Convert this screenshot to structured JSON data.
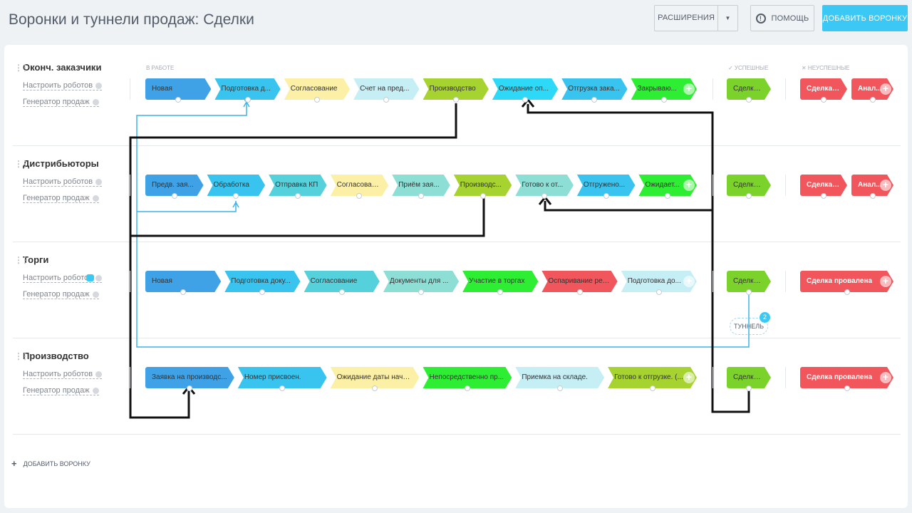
{
  "header": {
    "title": "Воронки и туннели продаж: Сделки",
    "extensions_label": "РАСШИРЕНИЯ",
    "help_label": "ПОМОЩЬ",
    "add_funnel_label": "ДОБАВИТЬ ВОРОНКУ"
  },
  "columns": {
    "in_work": "В РАБОТЕ",
    "success": "✓ УСПЕШНЫЕ",
    "failed": "✕ НЕУСПЕШНЫЕ"
  },
  "colors": {
    "blue": "#3fa2e6",
    "sky": "#39c4f0",
    "yellow": "#fcf0a6",
    "lightcyan": "#c5eef5",
    "olive": "#a6d32f",
    "cyan": "#2dd9f7",
    "green": "#2eee33",
    "teal": "#55d1dc",
    "mint": "#8ddfd6",
    "success": "#7bd22b",
    "red": "#f0565b"
  },
  "funnels": [
    {
      "title": "Оконч. заказчики",
      "robots": "Настроить роботов",
      "generator": "Генератор продаж",
      "stages": [
        {
          "label": "Новая",
          "color": "blue"
        },
        {
          "label": "Подготовка д...",
          "color": "sky"
        },
        {
          "label": "Согласование",
          "color": "yellow"
        },
        {
          "label": "Счет на пред...",
          "color": "lightcyan"
        },
        {
          "label": "Производство",
          "color": "olive"
        },
        {
          "label": "Ожидание оп...",
          "color": "cyan"
        },
        {
          "label": "Отгрузка зака...",
          "color": "sky"
        },
        {
          "label": "Закрываю...",
          "color": "green"
        }
      ],
      "success": {
        "label": "Сделка ..."
      },
      "fail": [
        {
          "label": "Сделка ..."
        },
        {
          "label": "Анал..."
        }
      ]
    },
    {
      "title": "Дистрибьюторы",
      "robots": "Настроить роботов",
      "generator": "Генератор продаж",
      "stages": [
        {
          "label": "Предв. зая...",
          "color": "blue"
        },
        {
          "label": "Обработка",
          "color": "sky"
        },
        {
          "label": "Отправка КП",
          "color": "teal"
        },
        {
          "label": "Согласован...",
          "color": "yellow"
        },
        {
          "label": "Приём зая...",
          "color": "mint"
        },
        {
          "label": "Производс...",
          "color": "olive"
        },
        {
          "label": "Готово к от...",
          "color": "mint"
        },
        {
          "label": "Отгружено...",
          "color": "sky"
        },
        {
          "label": "Ожидает...",
          "color": "green"
        }
      ],
      "success": {
        "label": "Сделка ..."
      },
      "fail": [
        {
          "label": "Сделка ..."
        },
        {
          "label": "Анал..."
        }
      ]
    },
    {
      "title": "Торги",
      "robots": "Настроить роботов",
      "generator": "Генератор продаж",
      "stages": [
        {
          "label": "Новая",
          "color": "blue"
        },
        {
          "label": "Подготовка доку...",
          "color": "sky"
        },
        {
          "label": "Согласование",
          "color": "teal"
        },
        {
          "label": "Документы для ...",
          "color": "mint"
        },
        {
          "label": "Участие в торгах",
          "color": "green"
        },
        {
          "label": "Оспаривание рез...",
          "color": "red"
        },
        {
          "label": "Подготовка до...",
          "color": "lightcyan"
        }
      ],
      "success": {
        "label": "Сделка ..."
      },
      "fail": [
        {
          "label": "Сделка провалена"
        }
      ]
    },
    {
      "title": "Производство",
      "robots": "Настроить роботов",
      "generator": "Генератор продаж",
      "stages": [
        {
          "label": "Заявка на производс...",
          "color": "blue"
        },
        {
          "label": "Номер присвоен.",
          "color": "sky"
        },
        {
          "label": "Ожидание даты нача...",
          "color": "yellow"
        },
        {
          "label": "Непосредственно пр...",
          "color": "green"
        },
        {
          "label": "Приемка на складе.",
          "color": "lightcyan"
        },
        {
          "label": "Готово к отгрузке. (...",
          "color": "olive"
        }
      ],
      "success": {
        "label": "Сделка ..."
      },
      "fail": [
        {
          "label": "Сделка провалена"
        }
      ]
    }
  ],
  "tunnel": {
    "label": "ТУННЕЛЬ",
    "count": "2"
  },
  "add_funnel_bottom": "ДОБАВИТЬ ВОРОНКУ"
}
